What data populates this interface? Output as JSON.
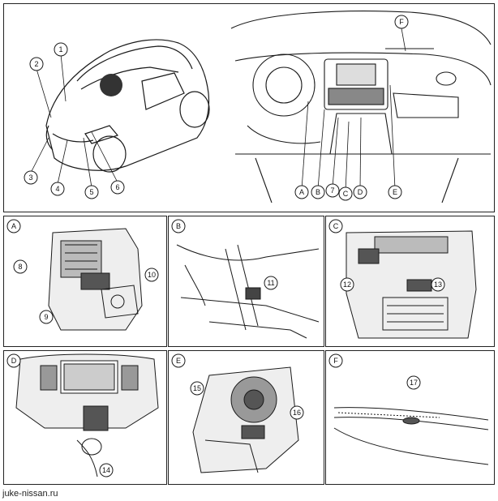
{
  "overview_labels": [
    "1",
    "2",
    "3",
    "4",
    "5",
    "6"
  ],
  "dash_labels": [
    "A",
    "B",
    "7",
    "C",
    "D",
    "E",
    "F"
  ],
  "panels": [
    {
      "letter": "A",
      "callouts": [
        "8",
        "9",
        "10"
      ]
    },
    {
      "letter": "B",
      "callouts": [
        "11"
      ]
    },
    {
      "letter": "C",
      "callouts": [
        "12",
        "13"
      ]
    },
    {
      "letter": "D",
      "callouts": [
        "14"
      ]
    },
    {
      "letter": "E",
      "callouts": [
        "15",
        "16"
      ]
    },
    {
      "letter": "F",
      "callouts": [
        "17"
      ]
    }
  ],
  "watermark": "juke-nissan.ru",
  "colors": {
    "line": "#1a1a1a",
    "shade": "#9a9a9a",
    "dark": "#444444"
  }
}
